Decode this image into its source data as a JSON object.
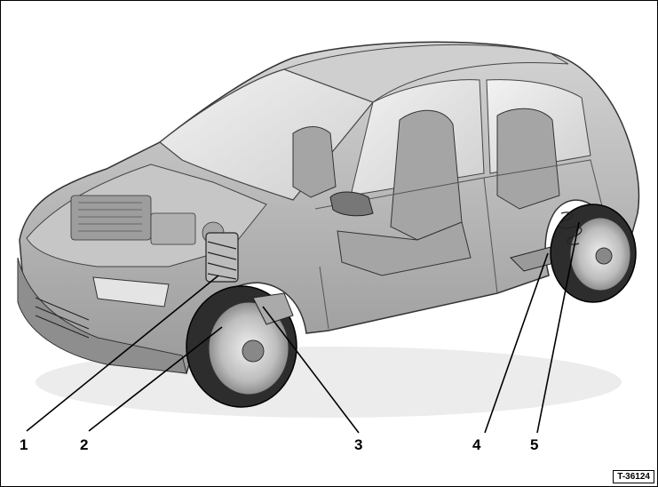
{
  "figure": {
    "callouts": [
      {
        "id": "1",
        "label": "1"
      },
      {
        "id": "2",
        "label": "2"
      },
      {
        "id": "3",
        "label": "3"
      },
      {
        "id": "4",
        "label": "4"
      },
      {
        "id": "5",
        "label": "5"
      }
    ],
    "reference_code": "T-36124",
    "colors": {
      "body": "#b9b9b9",
      "body_dark": "#8a8a8a",
      "glass": "#e8e8e8",
      "tire": "#3a3a3a",
      "line": "#000000"
    }
  }
}
